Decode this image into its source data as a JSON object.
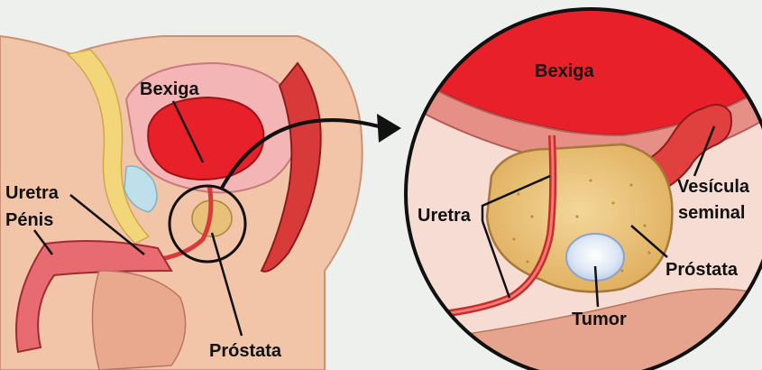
{
  "left_panel": {
    "labels": {
      "bladder": "Bexiga",
      "urethra": "Uretra",
      "penis": "Pénis",
      "prostate": "Próstata"
    }
  },
  "zoom_panel": {
    "labels": {
      "bladder": "Bexiga",
      "urethra": "Uretra",
      "seminal_vesicle_line1": "Vesícula",
      "seminal_vesicle_line2": "seminal",
      "prostate": "Próstata",
      "tumor": "Tumor"
    }
  },
  "colors": {
    "background": "#eef0ee",
    "skin": "#f2c4a8",
    "bladder": "#e8202a",
    "muscle": "#d83a3a",
    "prostate": "#e8c07a",
    "tumor": "#e6ecf7",
    "outline": "#111111"
  }
}
